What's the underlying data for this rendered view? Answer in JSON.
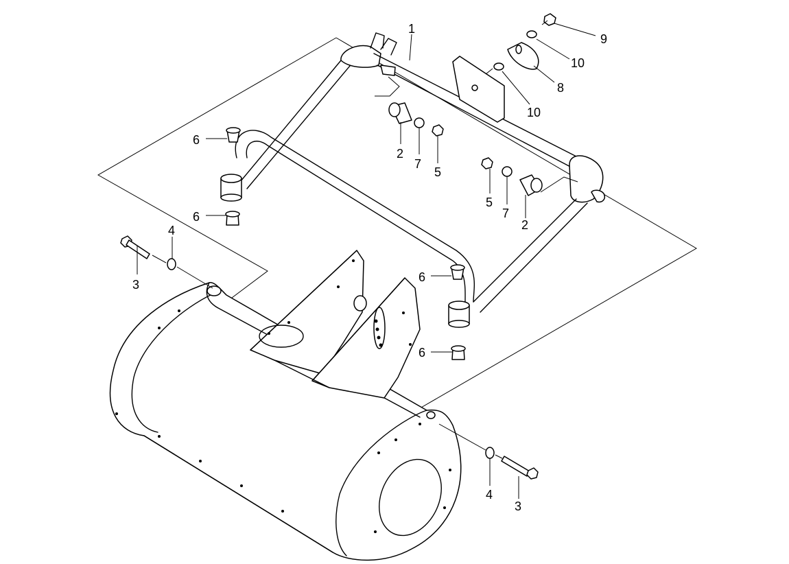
{
  "callouts": {
    "c1": "1",
    "c2a": "2",
    "c2b": "2",
    "c3a": "3",
    "c3b": "3",
    "c4a": "4",
    "c4b": "4",
    "c5a": "5",
    "c5b": "5",
    "c6a": "6",
    "c6b": "6",
    "c6c": "6",
    "c6d": "6",
    "c7a": "7",
    "c7b": "7",
    "c8": "8",
    "c9": "9",
    "c10a": "10",
    "c10b": "10"
  }
}
